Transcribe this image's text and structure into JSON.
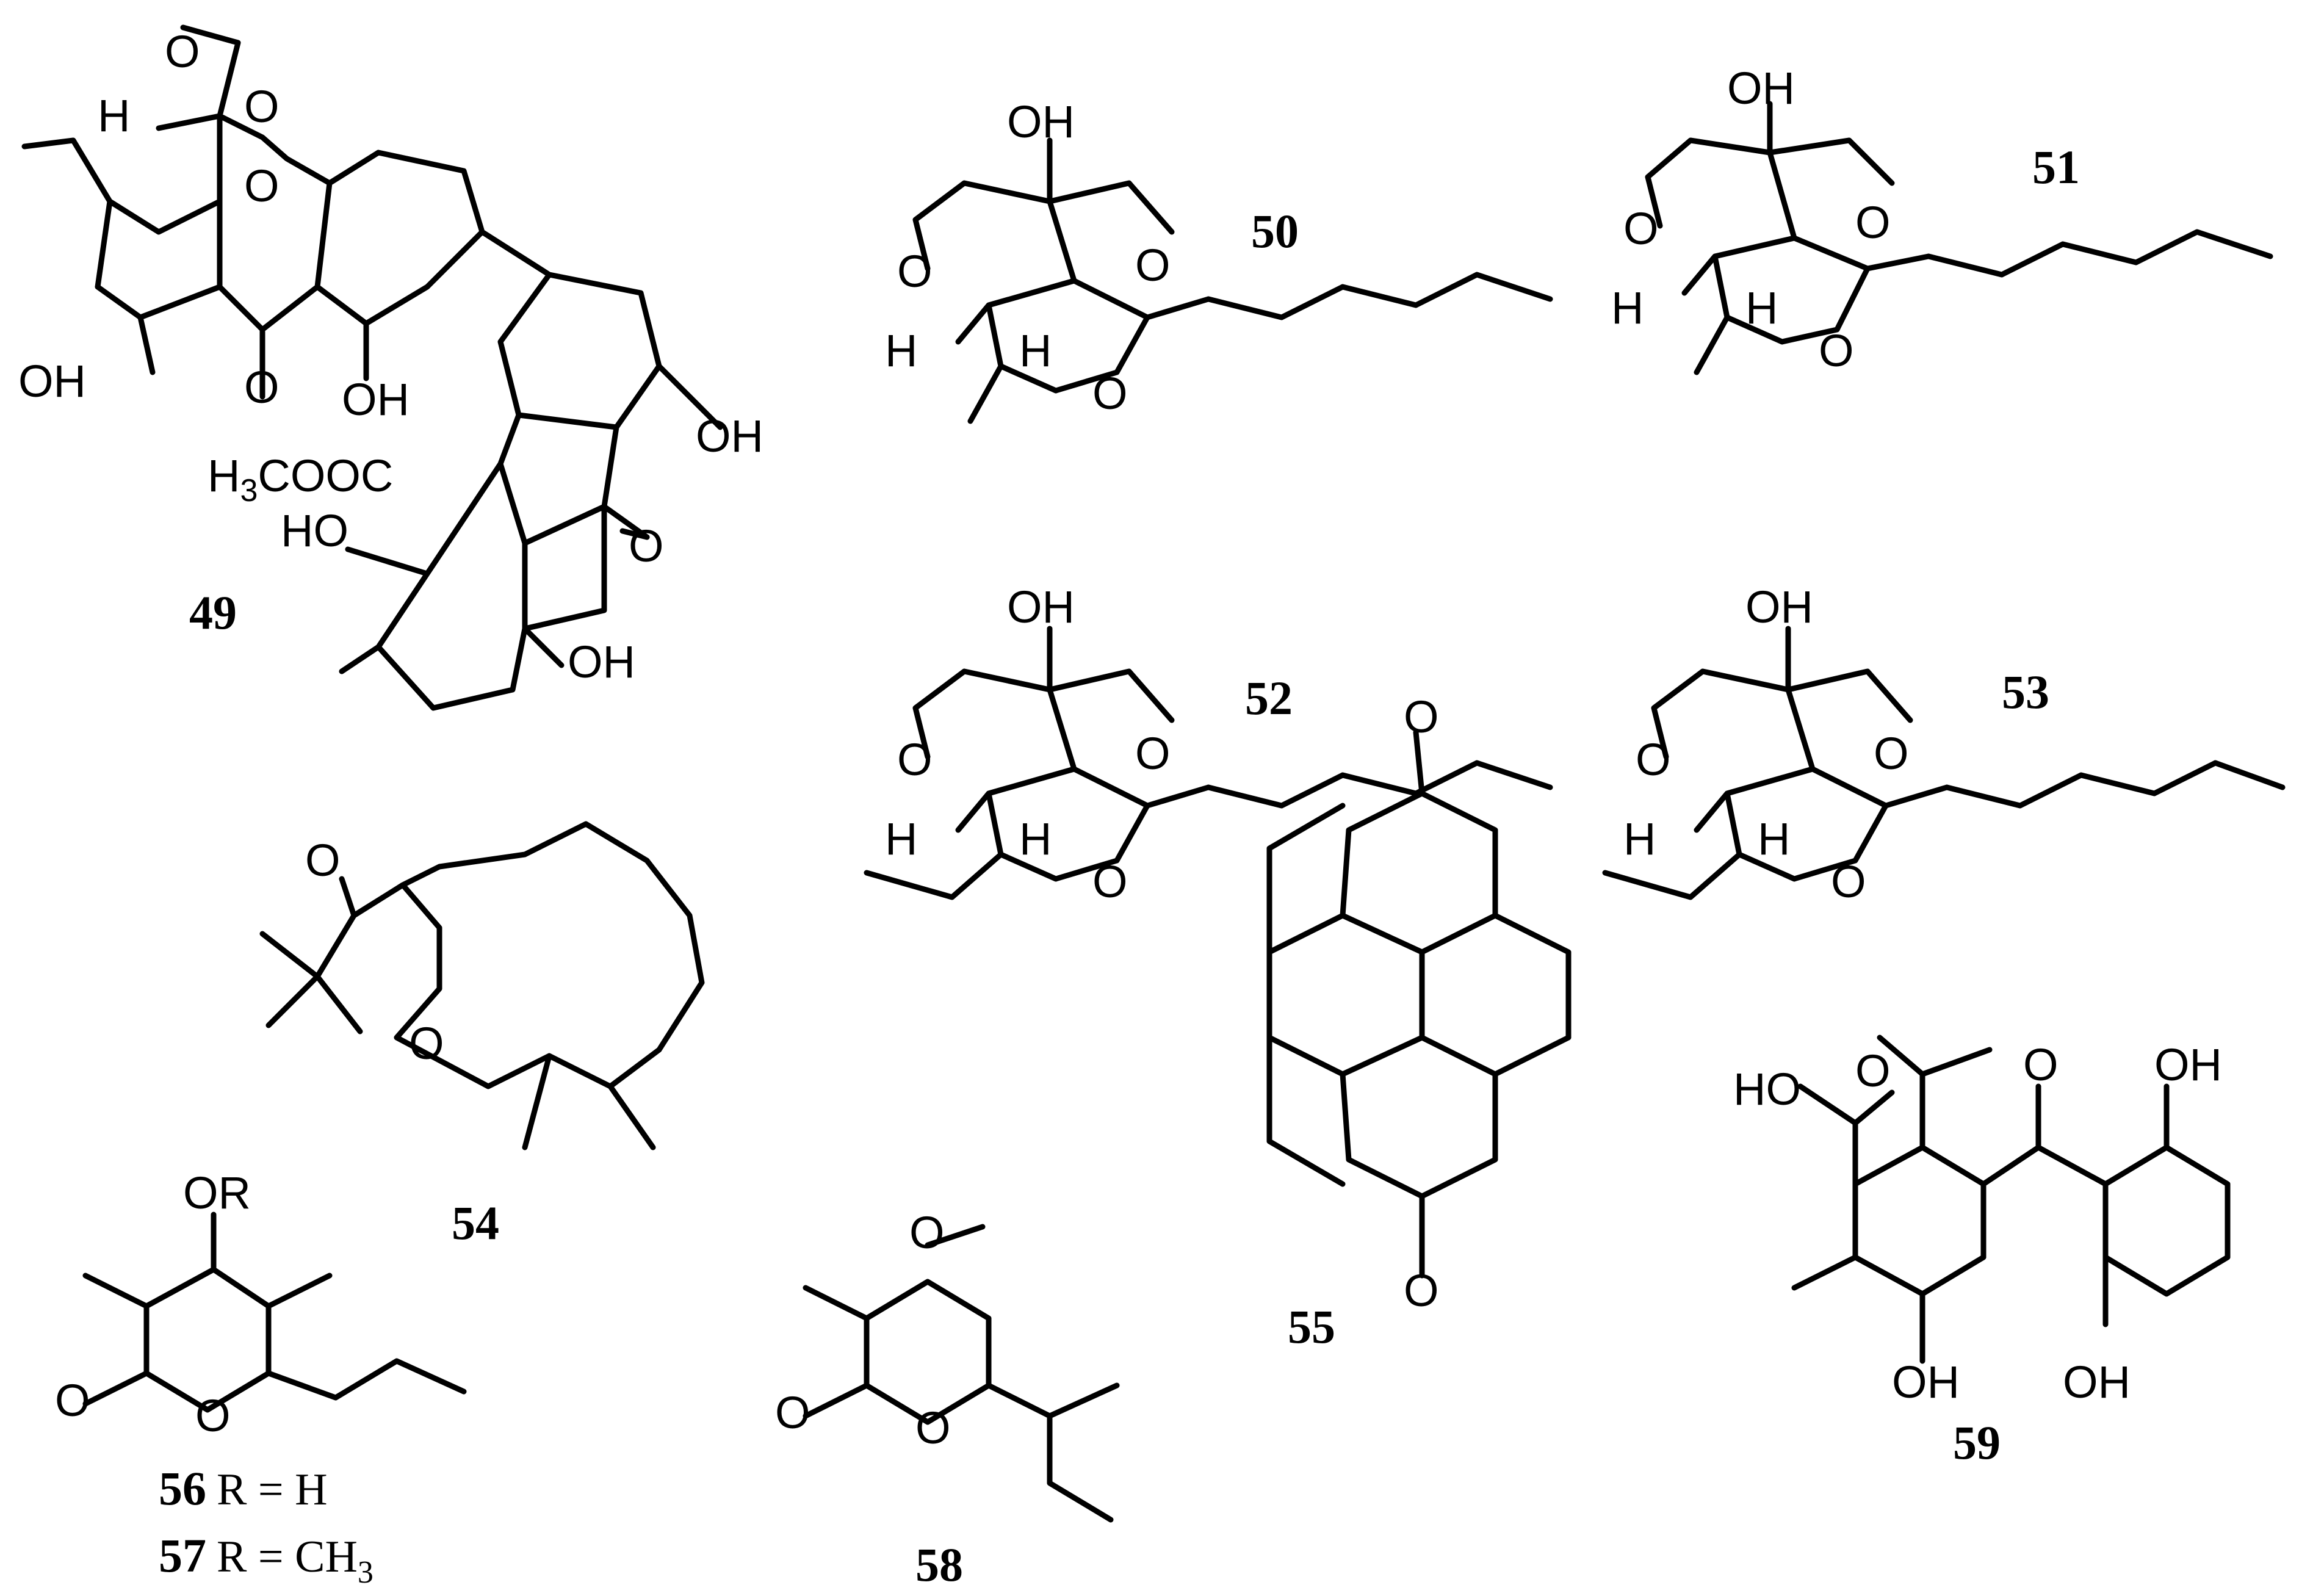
{
  "compounds": [
    {
      "id": "49",
      "labels": {
        "oh1": "OH",
        "oh2": "OH",
        "oh3": "OH",
        "oh4": "OH",
        "ho": "HO",
        "h": "H",
        "o_keto1": "O",
        "o_keto2": "O",
        "o_ring": "O",
        "o_ester1": "O",
        "o_ester2": "O",
        "ester_group": "H",
        "ester_sub": "3",
        "ester_rest": "COOC"
      }
    },
    {
      "id": "50",
      "labels": {
        "oh": "OH",
        "o1": "O",
        "o2": "O",
        "o3": "O",
        "h1": "H",
        "h2": "H"
      }
    },
    {
      "id": "51",
      "labels": {
        "oh": "OH",
        "o1": "O",
        "o2": "O",
        "o3": "O",
        "h1": "H",
        "h2": "H"
      }
    },
    {
      "id": "52",
      "labels": {
        "oh": "OH",
        "o1": "O",
        "o2": "O",
        "o3": "O",
        "h1": "H",
        "h2": "H"
      }
    },
    {
      "id": "53",
      "labels": {
        "oh": "OH",
        "o1": "O",
        "o2": "O",
        "o3": "O",
        "h1": "H",
        "h2": "H"
      }
    },
    {
      "id": "54",
      "labels": {
        "o_keto": "O",
        "o_ring": "O"
      }
    },
    {
      "id": "55",
      "labels": {
        "o1": "O",
        "o2": "O"
      }
    },
    {
      "id": "56",
      "r_text": "R = H",
      "labels": {
        "or": "OR",
        "o_keto": "O",
        "o_ring": "O"
      }
    },
    {
      "id": "57",
      "r_text": "R = CH",
      "r_sub": "3"
    },
    {
      "id": "58",
      "labels": {
        "o_methoxy": "O",
        "o_keto": "O",
        "o_ring": "O"
      }
    },
    {
      "id": "59",
      "labels": {
        "ho": "HO",
        "o_acid": "O",
        "o_keto": "O",
        "oh1": "OH",
        "oh2": "OH",
        "oh3": "OH"
      }
    }
  ]
}
